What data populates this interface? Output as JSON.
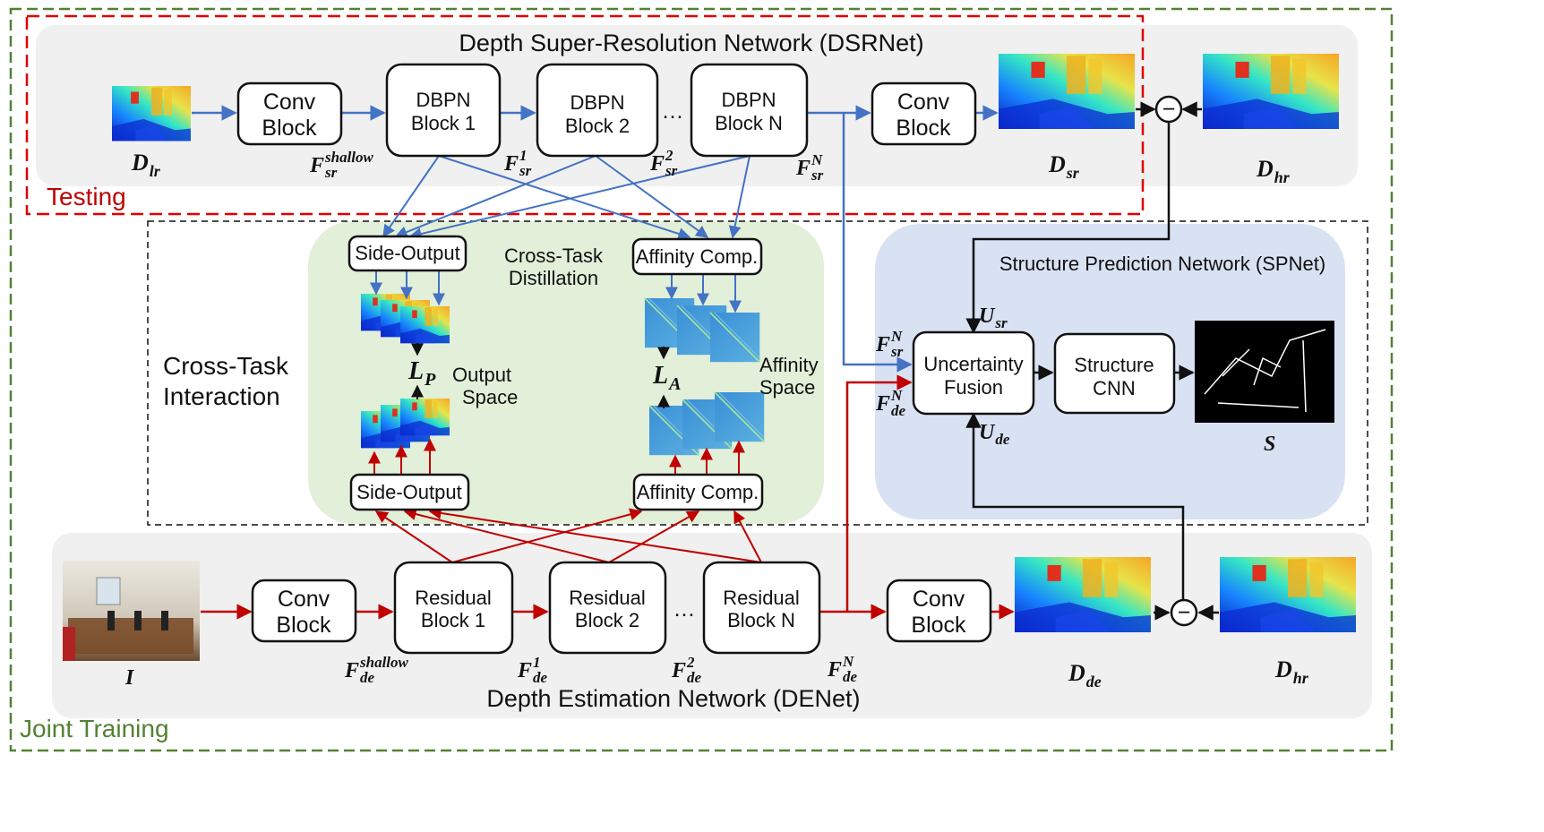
{
  "titles": {
    "dsrnet": "Depth Super-Resolution Network (DSRNet)",
    "denet": "Depth Estimation Network (DENet)",
    "spnet": "Structure Prediction Network (SPNet)",
    "testing": "Testing",
    "joint": "Joint Training",
    "cross_line1": "Cross-Task",
    "cross_line2": "Interaction",
    "distill_line1": "Cross-Task",
    "distill_line2": "Distillation"
  },
  "boxes": {
    "sr_conv1": [
      "Conv",
      "Block"
    ],
    "sr_dbpn1": [
      "DBPN",
      "Block 1"
    ],
    "sr_dbpn2": [
      "DBPN",
      "Block 2"
    ],
    "sr_dbpnN": [
      "DBPN",
      "Block N"
    ],
    "sr_conv2": [
      "Conv",
      "Block"
    ],
    "de_conv1": [
      "Conv",
      "Block"
    ],
    "de_res1": [
      "Residual",
      "Block 1"
    ],
    "de_res2": [
      "Residual",
      "Block 2"
    ],
    "de_resN": [
      "Residual",
      "Block N"
    ],
    "de_conv2": [
      "Conv",
      "Block"
    ],
    "side_top": "Side-Output",
    "aff_top": "Affinity Comp.",
    "side_bot": "Side-Output",
    "aff_bot": "Affinity Comp.",
    "unc": [
      "Uncertainty",
      "Fusion"
    ],
    "scnn": [
      "Structure",
      "CNN"
    ]
  },
  "ellipsis": "…",
  "minus": "−",
  "labels": {
    "output_space": [
      "Output",
      "Space"
    ],
    "affinity_space": [
      "Affinity",
      "Space"
    ]
  },
  "math": {
    "d_lr": {
      "base": "D",
      "sub": "lr"
    },
    "d_sr": {
      "base": "D",
      "sub": "sr"
    },
    "d_hr_top": {
      "base": "D",
      "sub": "hr"
    },
    "d_de": {
      "base": "D",
      "sub": "de"
    },
    "d_hr_bot": {
      "base": "D",
      "sub": "hr"
    },
    "img_i": {
      "base": "I"
    },
    "s_out": {
      "base": "S"
    },
    "f_sr_shallow": {
      "base": "F",
      "sub": "sr",
      "sup": "shallow"
    },
    "f_sr_1": {
      "base": "F",
      "sub": "sr",
      "sup": "1"
    },
    "f_sr_2": {
      "base": "F",
      "sub": "sr",
      "sup": "2"
    },
    "f_sr_n": {
      "base": "F",
      "sub": "sr",
      "sup": "N"
    },
    "f_sr_n_right": {
      "base": "F",
      "sub": "sr",
      "sup": "N"
    },
    "f_de_n_right": {
      "base": "F",
      "sub": "de",
      "sup": "N"
    },
    "f_de_shallow": {
      "base": "F",
      "sub": "de",
      "sup": "shallow"
    },
    "f_de_1": {
      "base": "F",
      "sub": "de",
      "sup": "1"
    },
    "f_de_2": {
      "base": "F",
      "sub": "de",
      "sup": "2"
    },
    "f_de_n": {
      "base": "F",
      "sub": "de",
      "sup": "N"
    },
    "u_sr": {
      "base": "U",
      "sub": "sr"
    },
    "u_de": {
      "base": "U",
      "sub": "de"
    },
    "l_p": {
      "base": "L",
      "sub": "P"
    },
    "l_a": {
      "base": "L",
      "sub": "A"
    }
  },
  "colors": {
    "blue_arrow": "#4472c4",
    "red_arrow": "#c00000",
    "black_arrow": "#111111",
    "panel_gray": "#f0f0f0",
    "panel_green": "#e2efd9",
    "panel_blue": "#d9e2f3",
    "testing_red": "#e00000",
    "joint_green": "#538135"
  }
}
